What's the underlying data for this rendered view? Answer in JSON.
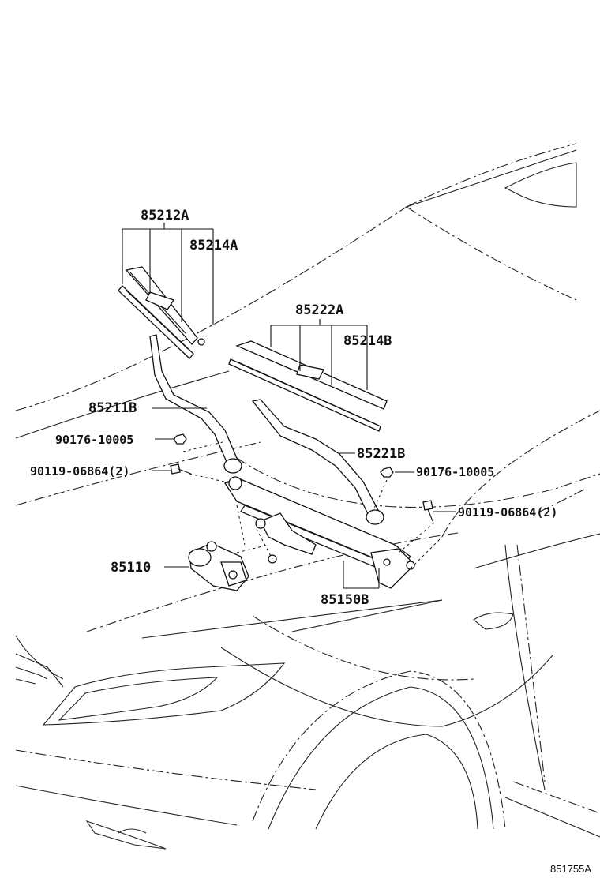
{
  "callouts": {
    "blade_front_left": "85212A",
    "refill_left": "85214A",
    "blade_front_right": "85222A",
    "refill_right": "85214B",
    "arm_left": "85211B",
    "arm_right": "85221B",
    "nut_left": "90176-10005",
    "nut_right": "90176-10005",
    "bolt_left": "90119-06864(2)",
    "bolt_right": "90119-06864(2)",
    "motor": "85110",
    "link": "85150B"
  },
  "figure_id": "851755A"
}
